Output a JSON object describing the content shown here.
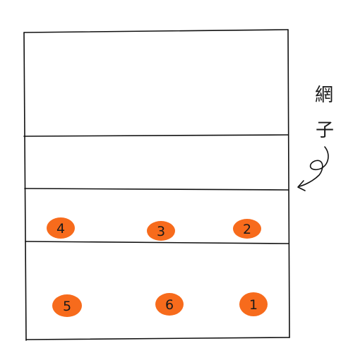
{
  "net_label": "網子",
  "player_color": "#f76b1c",
  "line_color": "#111111",
  "players": [
    {
      "number": "4",
      "row": "front",
      "position": "left"
    },
    {
      "number": "3",
      "row": "front",
      "position": "middle"
    },
    {
      "number": "2",
      "row": "front",
      "position": "right"
    },
    {
      "number": "5",
      "row": "back",
      "position": "left"
    },
    {
      "number": "6",
      "row": "back",
      "position": "middle"
    },
    {
      "number": "1",
      "row": "back",
      "position": "right"
    }
  ]
}
